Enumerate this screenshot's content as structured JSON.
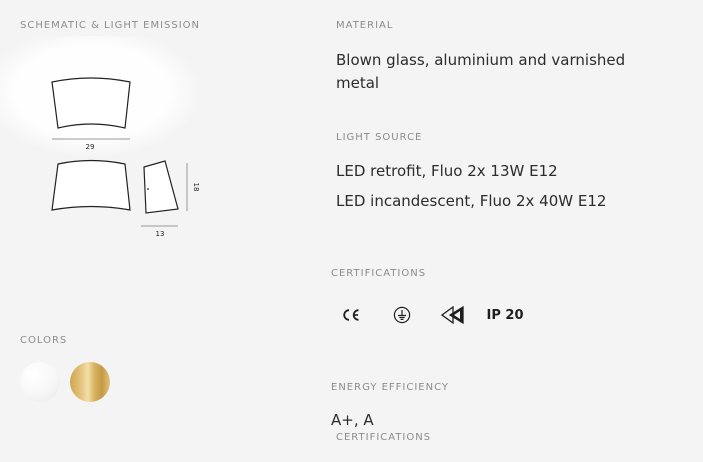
{
  "left": {
    "schematic_title": "SCHEMATIC & LIGHT EMISSION",
    "dimensions": {
      "front_width": "29",
      "side_depth": "13",
      "height": "18"
    },
    "colors_title": "COLORS",
    "colors": [
      {
        "name": "white-swatch",
        "hex": "#f5f5f5"
      },
      {
        "name": "gold-swatch",
        "hex": "#d9b463"
      }
    ]
  },
  "right": {
    "material_title": "MATERIAL",
    "material_value": "Blown glass, aluminium and varnished metal",
    "light_source_title": "LIGHT SOURCE",
    "light_sources": [
      "LED retrofit, Fluo 2x 13W E12",
      "LED incandescent, Fluo 2x 40W E12"
    ],
    "certifications_title": "CERTIFICATIONS",
    "certification_icons": [
      "ce-mark-icon",
      "ground-symbol-icon",
      "double-triangle-mark-icon",
      "ip20-mark-icon"
    ],
    "ip_rating": "IP 20",
    "energy_title": "ENERGY EFFICIENCY",
    "energy_value": "A+, A",
    "certifications_title_2": "CERTIFICATIONS"
  }
}
